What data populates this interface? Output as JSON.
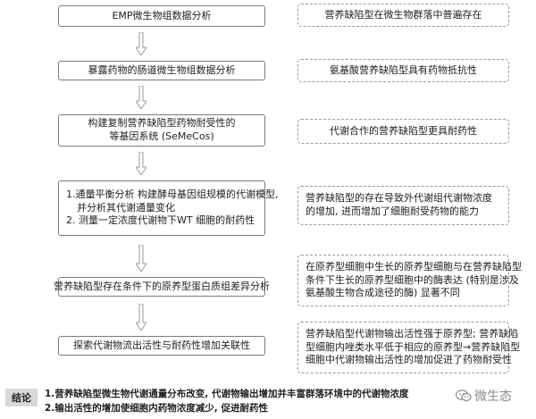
{
  "left_steps": [
    {
      "lines": [
        "EMP微生物组数据分析"
      ]
    },
    {
      "lines": [
        "暴露药物的肠道微生物组数据分析"
      ]
    },
    {
      "lines": [
        "构建复制营养缺陷型药物耐受性的",
        "等基因系统 (SeMeCos)"
      ]
    },
    {
      "lines": [
        "1.通量平衡分析 构建酵母基因组规模的代谢模型,",
        "  并分析其代谢通量变化",
        "2. 测量一定浓度代谢物下WT 细胞的耐药性"
      ]
    },
    {
      "lines": [
        "营养缺陷型存在条件下的原养型蛋白质组差异分析"
      ]
    },
    {
      "lines": [
        "探索代谢物流出活性与耐药性增加关联性"
      ]
    }
  ],
  "right_findings": [
    {
      "lines": [
        "营养缺陷型在微生物群落中普遍存在"
      ]
    },
    {
      "lines": [
        "氨基酸营养缺陷型具有药物抵抗性"
      ]
    },
    {
      "lines": [
        "代谢合作的营养缺陷型更具耐药性"
      ]
    },
    {
      "lines": [
        "营养缺陷型的存在导致外代谢组代谢物浓度",
        "的增加, 进而增加了细胞耐受药物的能力"
      ]
    },
    {
      "lines": [
        "在原养型细胞中生长的原养型细胞与在营养缺陷型",
        "条件下生长的原养型细胞中的酶表达 (特别是涉及",
        "氨基酸生物合成途径的酶) 显著不同"
      ]
    },
    {
      "lines": [
        "营养缺陷型代谢物输出活性强于原养型; 营养缺陷",
        "型细胞内唑类水平低于相应的原养型→营养缺陷型",
        "细胞中代谢物输出活性的增加促进了药物耐受性"
      ]
    }
  ],
  "conclusion": {
    "label": "结论",
    "lines": [
      "1.营养缺陷型微生物代谢通量分布改变, 代谢物输出增加并丰富群落环境中的代谢物浓度",
      "2.输出活性的增加使细胞内药物浓度减少, 促进耐药性"
    ]
  },
  "watermark": {
    "text": "微生态",
    "icon": "wechat-icon"
  },
  "colors": {
    "box_border": "#7a7a7a",
    "dashed_border": "#9a9a9a",
    "arrow": "#9a9a9a",
    "label_bg": "#d9d9d9"
  }
}
